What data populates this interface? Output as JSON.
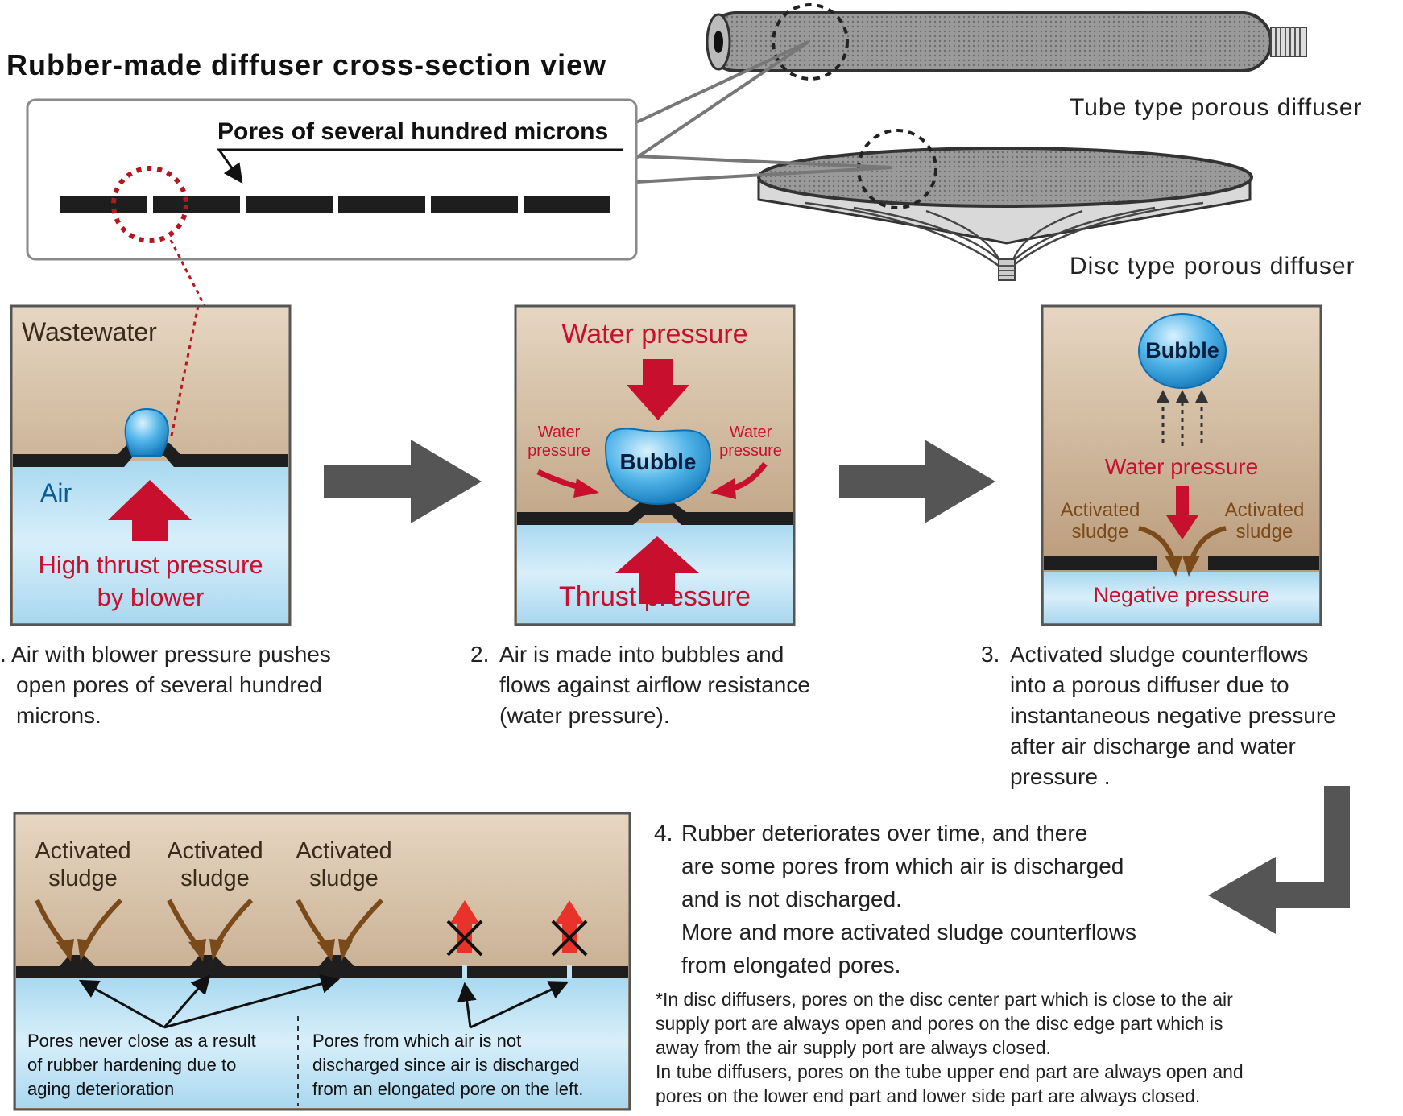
{
  "header": {
    "title": "Rubber-made diffuser cross-section view"
  },
  "inset": {
    "pores_label": "Pores of several hundred microns"
  },
  "diffusers": {
    "tube_label": "Tube type porous diffuser",
    "disc_label": "Disc type porous diffuser"
  },
  "panel1": {
    "wastewater": "Wastewater",
    "air": "Air",
    "thrust_line1": "High thrust pressure",
    "thrust_line2": "by blower"
  },
  "panel2": {
    "water_pressure": "Water pressure",
    "side_left_1": "Water",
    "side_left_2": "pressure",
    "side_right_1": "Water",
    "side_right_2": "pressure",
    "bubble": "Bubble",
    "thrust": "Thrust pressure"
  },
  "panel3": {
    "bubble": "Bubble",
    "water_pressure": "Water pressure",
    "sludge_left_1": "Activated",
    "sludge_left_2": "sludge",
    "sludge_right_1": "Activated",
    "sludge_right_2": "sludge",
    "negative": "Negative pressure"
  },
  "panel4": {
    "sludge_1a": "Activated",
    "sludge_1b": "sludge",
    "sludge_2a": "Activated",
    "sludge_2b": "sludge",
    "sludge_3a": "Activated",
    "sludge_3b": "sludge",
    "left_caption_1": "Pores never close as a result",
    "left_caption_2": "of rubber hardening due to",
    "left_caption_3": "aging deterioration",
    "right_caption_1": "Pores from which air is not",
    "right_caption_2": "discharged since air is discharged",
    "right_caption_3": "from an elongated pore on the left."
  },
  "steps": {
    "s1": [
      ". Air with blower pressure pushes",
      "open pores of several hundred",
      "microns."
    ],
    "s2_num": "2.",
    "s2": [
      "Air is made into bubbles and",
      "flows against airflow resistance",
      "(water pressure)."
    ],
    "s3_num": "3.",
    "s3": [
      "Activated sludge counterflows",
      "into a porous diffuser due to",
      "instantaneous negative pressure",
      "after air discharge and water",
      "pressure ."
    ],
    "s4_num": "4.",
    "s4": [
      "Rubber deteriorates over time, and there",
      "are some pores from which air is discharged",
      "and is not discharged.",
      "More and more activated sludge counterflows",
      "from elongated pores."
    ]
  },
  "footnote": [
    "*In disc diffusers, pores on the disc center part which is close to the air",
    "supply port are always open and pores on the disc edge part which is",
    "away from the air supply port are always closed.",
    "In tube diffusers, pores on the tube upper end part are always open and",
    "pores on the lower end part and lower side part are always closed."
  ],
  "colors": {
    "red": "#c8102e",
    "brown": "#7a4a1a",
    "arrow_gray": "#555555",
    "water": "#bfe3f5",
    "wastewater": "#c9ab8a"
  }
}
